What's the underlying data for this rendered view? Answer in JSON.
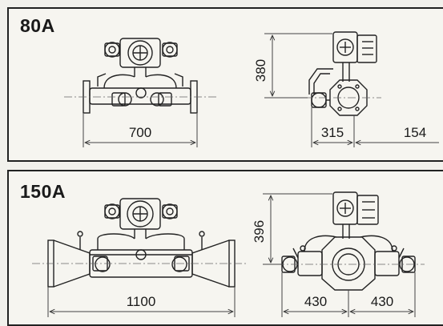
{
  "panels": [
    {
      "label": "80A",
      "dims": {
        "front_width": "700",
        "side_height": "380",
        "side_left": "315",
        "side_right": "154"
      }
    },
    {
      "label": "150A",
      "dims": {
        "front_width": "1100",
        "side_height": "396",
        "side_left": "430",
        "side_right": "430"
      }
    }
  ],
  "colors": {
    "line": "#222222",
    "dim": "#555555",
    "background": "#f6f5f0"
  }
}
